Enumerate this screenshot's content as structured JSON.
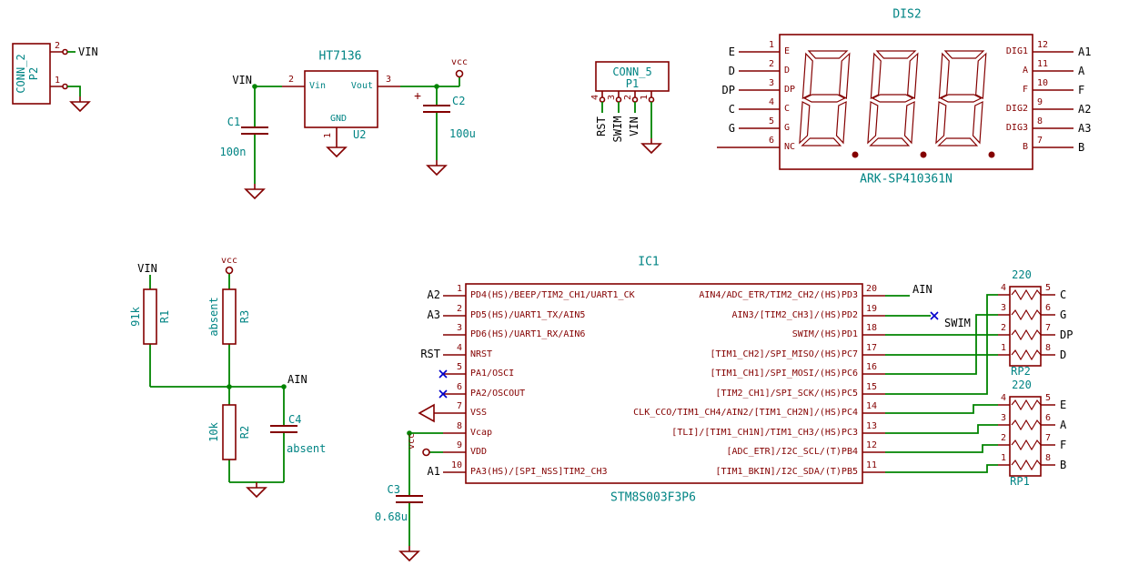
{
  "colors": {
    "wire": "#008400",
    "outline": "#840000",
    "reference": "#008484",
    "net_label": "#000000",
    "no_connect": "#0000CC"
  },
  "power": {
    "vcc": "vcc"
  },
  "conn2": {
    "value": "CONN_2",
    "ref": "P2",
    "pin_top": "2",
    "pin_bottom": "1",
    "net": "VIN"
  },
  "reg": {
    "value": "HT7136",
    "ref": "U2",
    "in_num": "2",
    "in_name": "Vin",
    "out_num": "3",
    "out_name": "Vout",
    "gnd_num": "1",
    "gnd_name": "GND",
    "net_in": "VIN"
  },
  "caps": {
    "c1": {
      "ref": "C1",
      "value": "100n"
    },
    "c2": {
      "ref": "C2",
      "value": "100u",
      "polarity": "+"
    },
    "c3": {
      "ref": "C3",
      "value": "0.68u"
    },
    "c4": {
      "ref": "C4",
      "value": "absent"
    }
  },
  "conn5": {
    "value": "CONN_5",
    "ref": "P1",
    "pins": [
      {
        "num": "4",
        "net": "RST"
      },
      {
        "num": "3",
        "net": "SWIM"
      },
      {
        "num": "2",
        "net": "VIN"
      },
      {
        "num": "1",
        "net": ""
      }
    ]
  },
  "display": {
    "title": "DIS2",
    "part": "ARK-SP410361N",
    "left_pins": [
      {
        "num": "1",
        "name": "E",
        "net": "E"
      },
      {
        "num": "2",
        "name": "D",
        "net": "D"
      },
      {
        "num": "3",
        "name": "DP",
        "net": "DP"
      },
      {
        "num": "4",
        "name": "C",
        "net": "C"
      },
      {
        "num": "5",
        "name": "G",
        "net": "G"
      },
      {
        "num": "6",
        "name": "NC",
        "net": ""
      }
    ],
    "right_pins": [
      {
        "num": "12",
        "name": "DIG1",
        "net": "A1"
      },
      {
        "num": "11",
        "name": "A",
        "net": "A"
      },
      {
        "num": "10",
        "name": "F",
        "net": "F"
      },
      {
        "num": "9",
        "name": "DIG2",
        "net": "A2"
      },
      {
        "num": "8",
        "name": "DIG3",
        "net": "A3"
      },
      {
        "num": "7",
        "name": "B",
        "net": "B"
      }
    ]
  },
  "divider": {
    "net_in": "VIN",
    "net_out": "AIN",
    "r1": {
      "ref": "R1",
      "value": "91k"
    },
    "r2": {
      "ref": "R2",
      "value": "10k"
    },
    "r3": {
      "ref": "R3",
      "value": "absent"
    }
  },
  "ic": {
    "title": "IC1",
    "part": "STM8S003F3P6",
    "left_pins": [
      {
        "num": "1",
        "name": "PD4(HS)/BEEP/TIM2_CH1/UART1_CK",
        "net": "A2"
      },
      {
        "num": "2",
        "name": "PD5(HS)/UART1_TX/AIN5",
        "net": "A3"
      },
      {
        "num": "3",
        "name": "PD6(HS)/UART1_RX/AIN6",
        "net": ""
      },
      {
        "num": "4",
        "name": "NRST",
        "net": "RST"
      },
      {
        "num": "5",
        "name": "PA1/OSCI",
        "net": ""
      },
      {
        "num": "6",
        "name": "PA2/OSCOUT",
        "net": ""
      },
      {
        "num": "7",
        "name": "VSS",
        "net": ""
      },
      {
        "num": "8",
        "name": "Vcap",
        "net": ""
      },
      {
        "num": "9",
        "name": "VDD",
        "net": ""
      },
      {
        "num": "10",
        "name": "PA3(HS)/[SPI_NSS]TIM2_CH3",
        "net": "A1"
      }
    ],
    "right_pins": [
      {
        "num": "20",
        "name": "AIN4/ADC_ETR/TIM2_CH2/(HS)PD3",
        "net": "AIN"
      },
      {
        "num": "19",
        "name": "AIN3/[TIM2_CH3]/(HS)PD2",
        "net": ""
      },
      {
        "num": "18",
        "name": "SWIM/(HS)PD1",
        "net": "SWIM"
      },
      {
        "num": "17",
        "name": "[TIM1_CH2]/SPI_MISO/(HS)PC7",
        "net": ""
      },
      {
        "num": "16",
        "name": "[TIM1_CH1]/SPI_MOSI/(HS)PC6",
        "net": ""
      },
      {
        "num": "15",
        "name": "[TIM2_CH1]/SPI_SCK/(HS)PC5",
        "net": ""
      },
      {
        "num": "14",
        "name": "CLK_CCO/TIM1_CH4/AIN2/[TIM1_CH2N]/(HS)PC4",
        "net": ""
      },
      {
        "num": "13",
        "name": "[TLI]/[TIM1_CH1N]/TIM1_CH3/(HS)PC3",
        "net": ""
      },
      {
        "num": "12",
        "name": "[ADC_ETR]/I2C_SCL/(T)PB4",
        "net": ""
      },
      {
        "num": "11",
        "name": "[TIM1_BKIN]/I2C_SDA/(T)PB5",
        "net": ""
      }
    ]
  },
  "rp2": {
    "ref": "RP2",
    "value": "220",
    "left_nums": [
      "4",
      "3",
      "2",
      "1"
    ],
    "right_pins": [
      {
        "num": "5",
        "net": "C"
      },
      {
        "num": "6",
        "net": "G"
      },
      {
        "num": "7",
        "net": "DP"
      },
      {
        "num": "8",
        "net": "D"
      }
    ]
  },
  "rp1": {
    "ref": "RP1",
    "value": "220",
    "left_nums": [
      "4",
      "3",
      "2",
      "1"
    ],
    "right_pins": [
      {
        "num": "5",
        "net": "E"
      },
      {
        "num": "6",
        "net": "A"
      },
      {
        "num": "7",
        "net": "F"
      },
      {
        "num": "8",
        "net": "B"
      }
    ]
  }
}
